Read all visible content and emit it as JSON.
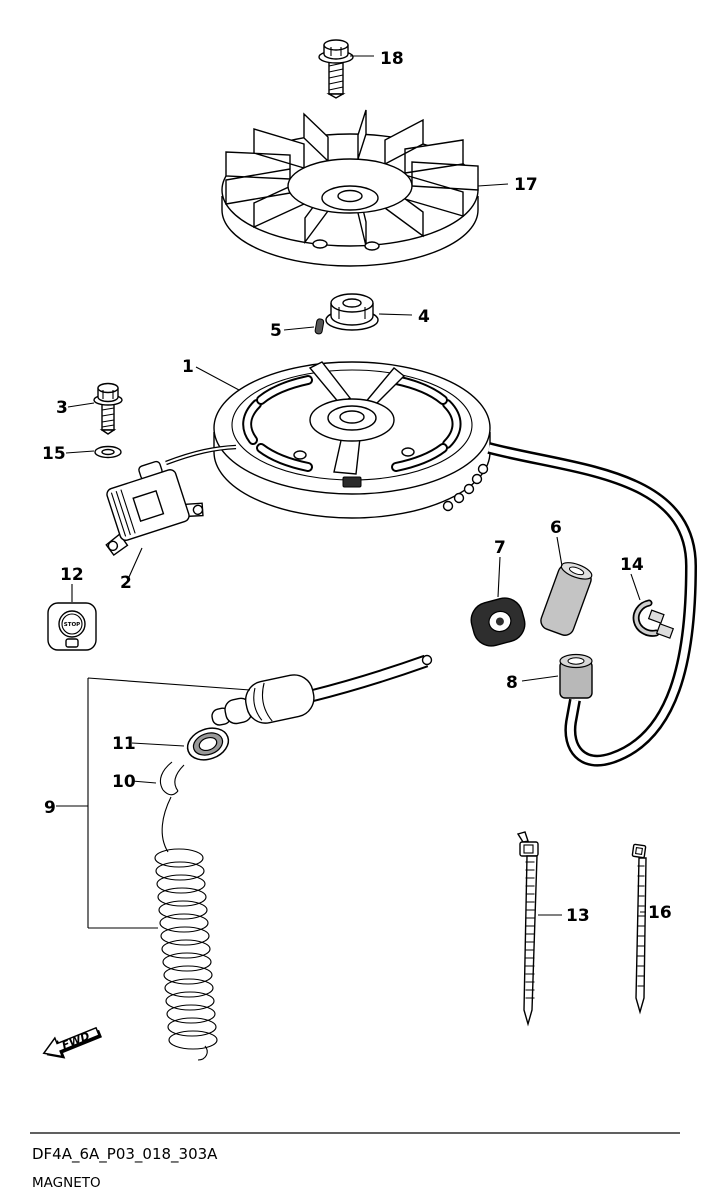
{
  "page": {
    "footer_code": "DF4A_6A_P03_018_303A",
    "footer_title": "MAGNETO"
  },
  "annotations": {
    "fwd": "FWD",
    "stop": "STOP"
  },
  "parts": {
    "p1": "1",
    "p2": "2",
    "p3": "3",
    "p4": "4",
    "p5": "5",
    "p6": "6",
    "p7": "7",
    "p8": "8",
    "p9": "9",
    "p10": "10",
    "p11": "11",
    "p12": "12",
    "p13": "13",
    "p14": "14",
    "p15": "15",
    "p16": "16",
    "p17": "17",
    "p18": "18"
  }
}
